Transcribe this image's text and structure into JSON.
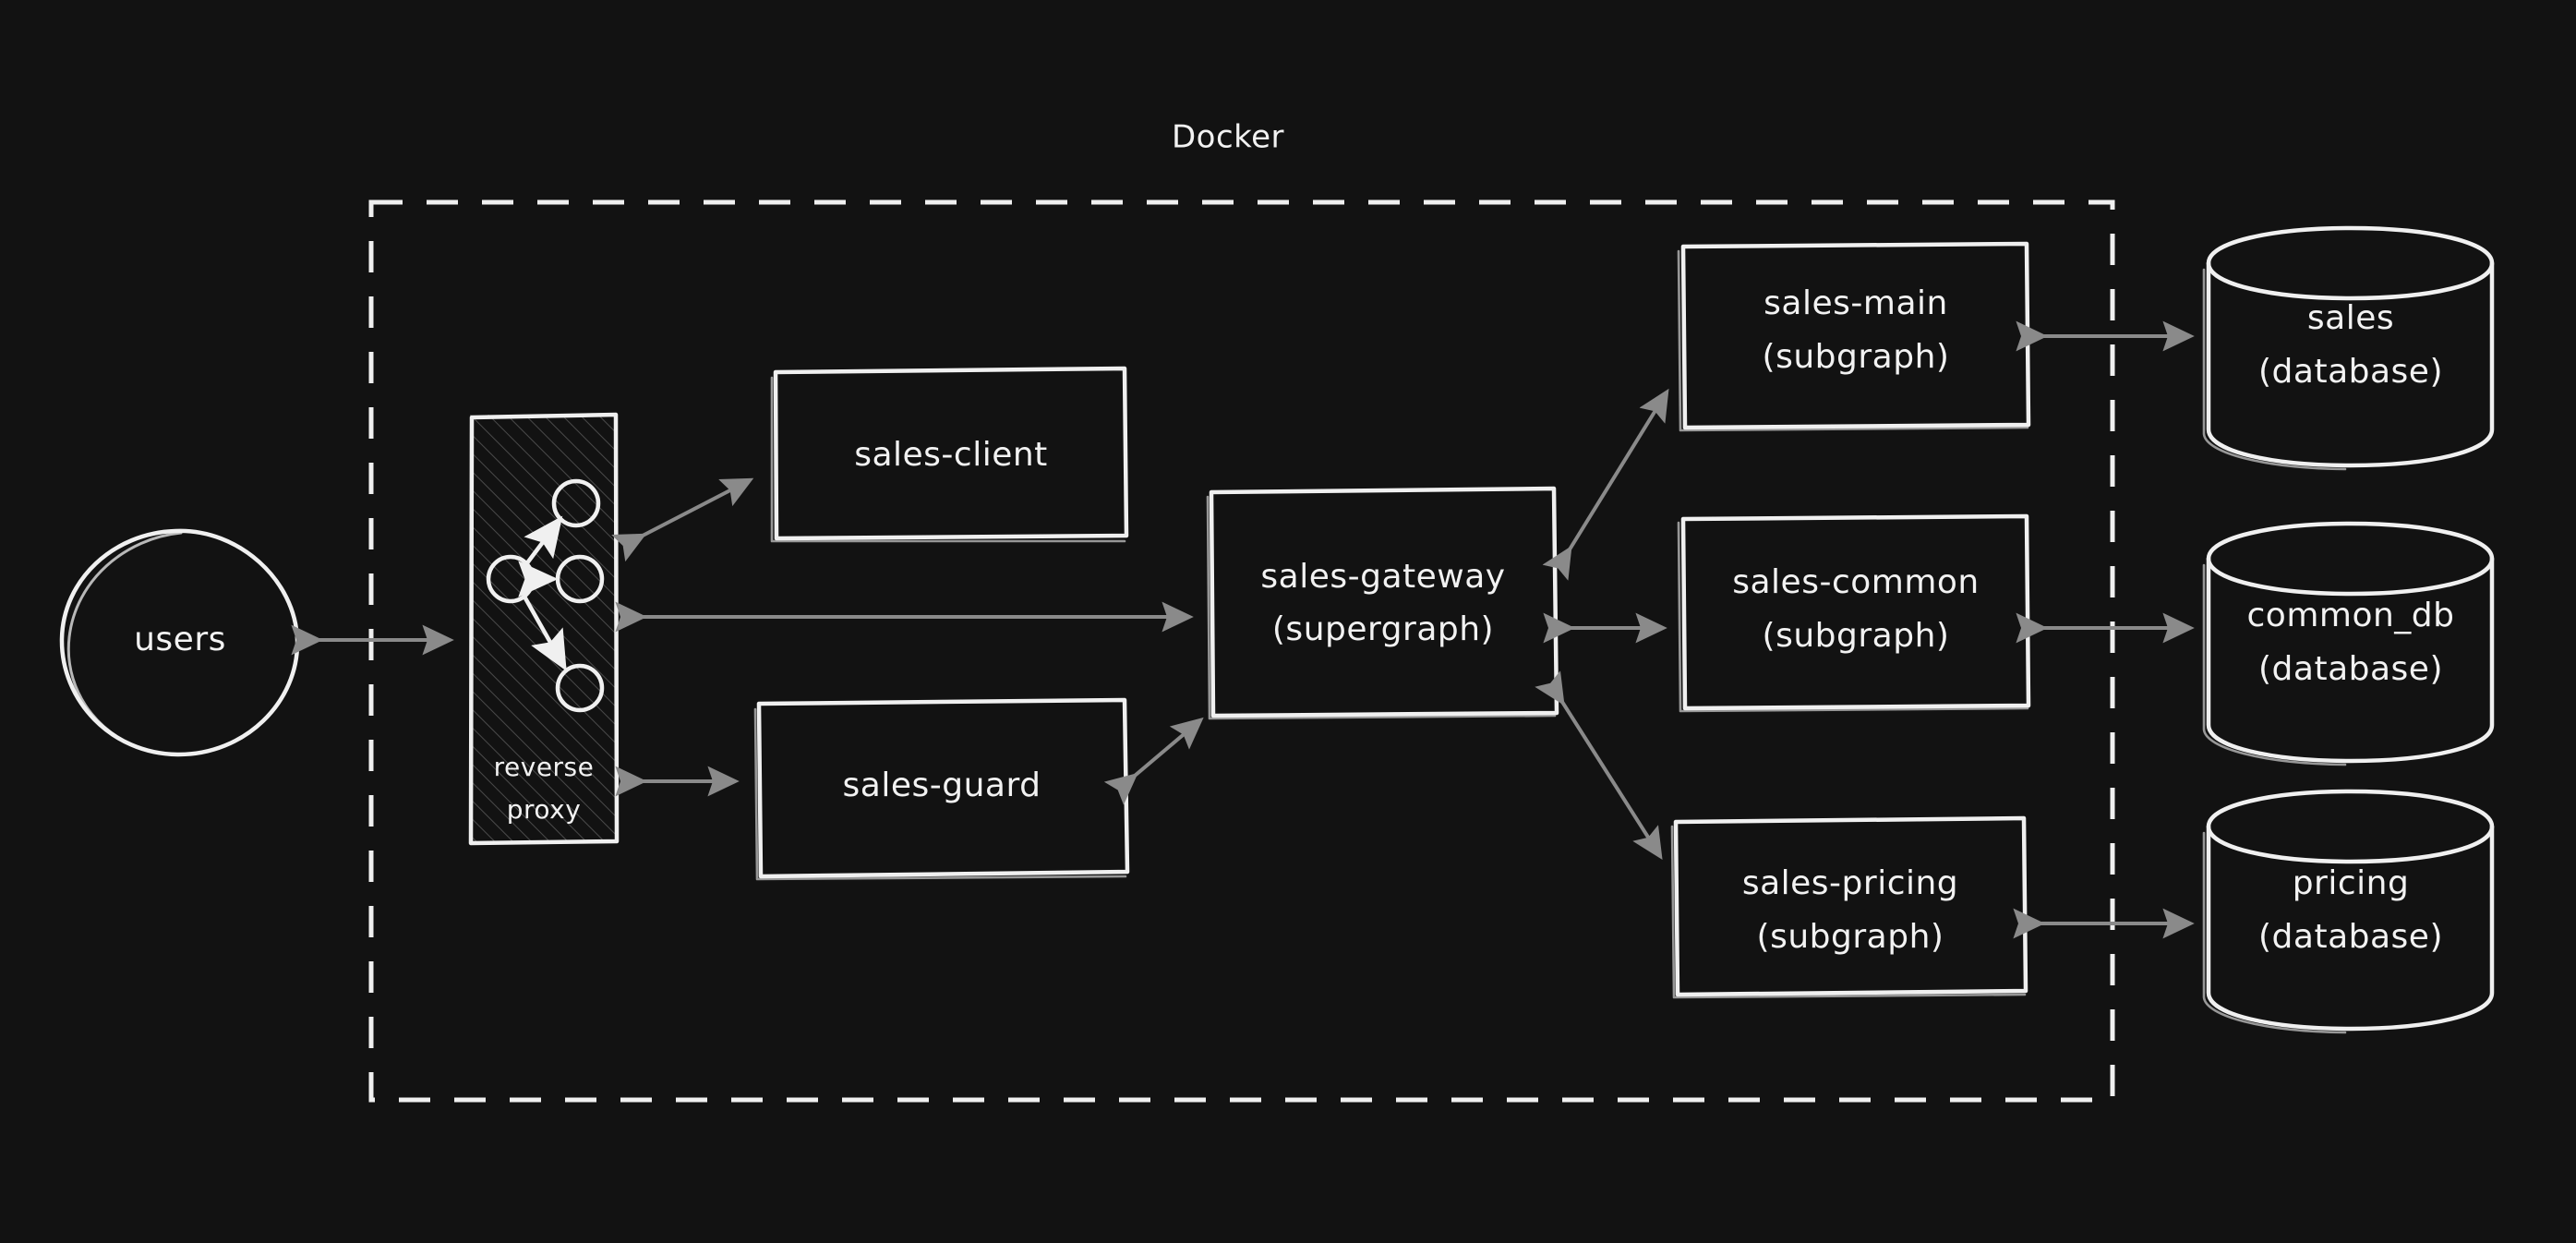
{
  "diagram": {
    "title": "Docker",
    "type": "architecture-diagram",
    "background_color": "#121212",
    "stroke_color": "#f0f0f0",
    "arrow_color": "#8a8a8a",
    "boundary": {
      "label": "Docker",
      "style": "dashed",
      "name": "docker-boundary"
    },
    "nodes": [
      {
        "id": "users",
        "shape": "circle",
        "label_lines": [
          "users"
        ],
        "inside_docker": false
      },
      {
        "id": "reverse-proxy",
        "shape": "hatched-box",
        "label_lines": [
          "reverse",
          "proxy"
        ],
        "inside_docker": true
      },
      {
        "id": "sales-client",
        "shape": "box",
        "label_lines": [
          "sales-client"
        ],
        "inside_docker": true
      },
      {
        "id": "sales-guard",
        "shape": "box",
        "label_lines": [
          "sales-guard"
        ],
        "inside_docker": true
      },
      {
        "id": "sales-gateway",
        "shape": "box",
        "label_lines": [
          "sales-gateway",
          "(supergraph)"
        ],
        "inside_docker": true
      },
      {
        "id": "sales-main",
        "shape": "box",
        "label_lines": [
          "sales-main",
          "(subgraph)"
        ],
        "inside_docker": true
      },
      {
        "id": "sales-common",
        "shape": "box",
        "label_lines": [
          "sales-common",
          "(subgraph)"
        ],
        "inside_docker": true
      },
      {
        "id": "sales-pricing",
        "shape": "box",
        "label_lines": [
          "sales-pricing",
          "(subgraph)"
        ],
        "inside_docker": true
      },
      {
        "id": "sales-db",
        "shape": "cylinder",
        "label_lines": [
          "sales",
          "(database)"
        ],
        "inside_docker": false
      },
      {
        "id": "common-db",
        "shape": "cylinder",
        "label_lines": [
          "common_db",
          "(database)"
        ],
        "inside_docker": false
      },
      {
        "id": "pricing-db",
        "shape": "cylinder",
        "label_lines": [
          "pricing",
          "(database)"
        ],
        "inside_docker": false
      }
    ],
    "edges": [
      {
        "from": "users",
        "to": "reverse-proxy",
        "direction": "bidirectional"
      },
      {
        "from": "reverse-proxy",
        "to": "sales-client",
        "direction": "bidirectional"
      },
      {
        "from": "reverse-proxy",
        "to": "sales-guard",
        "direction": "bidirectional"
      },
      {
        "from": "reverse-proxy",
        "to": "sales-gateway",
        "direction": "bidirectional"
      },
      {
        "from": "sales-guard",
        "to": "sales-gateway",
        "direction": "bidirectional"
      },
      {
        "from": "sales-gateway",
        "to": "sales-main",
        "direction": "bidirectional"
      },
      {
        "from": "sales-gateway",
        "to": "sales-common",
        "direction": "bidirectional"
      },
      {
        "from": "sales-gateway",
        "to": "sales-pricing",
        "direction": "bidirectional"
      },
      {
        "from": "sales-main",
        "to": "sales-db",
        "direction": "bidirectional"
      },
      {
        "from": "sales-common",
        "to": "common-db",
        "direction": "bidirectional"
      },
      {
        "from": "sales-pricing",
        "to": "pricing-db",
        "direction": "bidirectional"
      }
    ],
    "labels": {
      "docker": "Docker",
      "users": "users",
      "reverse_proxy_line1": "reverse",
      "reverse_proxy_line2": "proxy",
      "sales_client": "sales-client",
      "sales_guard": "sales-guard",
      "sales_gateway_line1": "sales-gateway",
      "sales_gateway_line2": "(supergraph)",
      "sales_main_line1": "sales-main",
      "sales_main_line2": "(subgraph)",
      "sales_common_line1": "sales-common",
      "sales_common_line2": "(subgraph)",
      "sales_pricing_line1": "sales-pricing",
      "sales_pricing_line2": "(subgraph)",
      "sales_db_line1": "sales",
      "sales_db_line2": "(database)",
      "common_db_line1": "common_db",
      "common_db_line2": "(database)",
      "pricing_db_line1": "pricing",
      "pricing_db_line2": "(database)"
    }
  }
}
